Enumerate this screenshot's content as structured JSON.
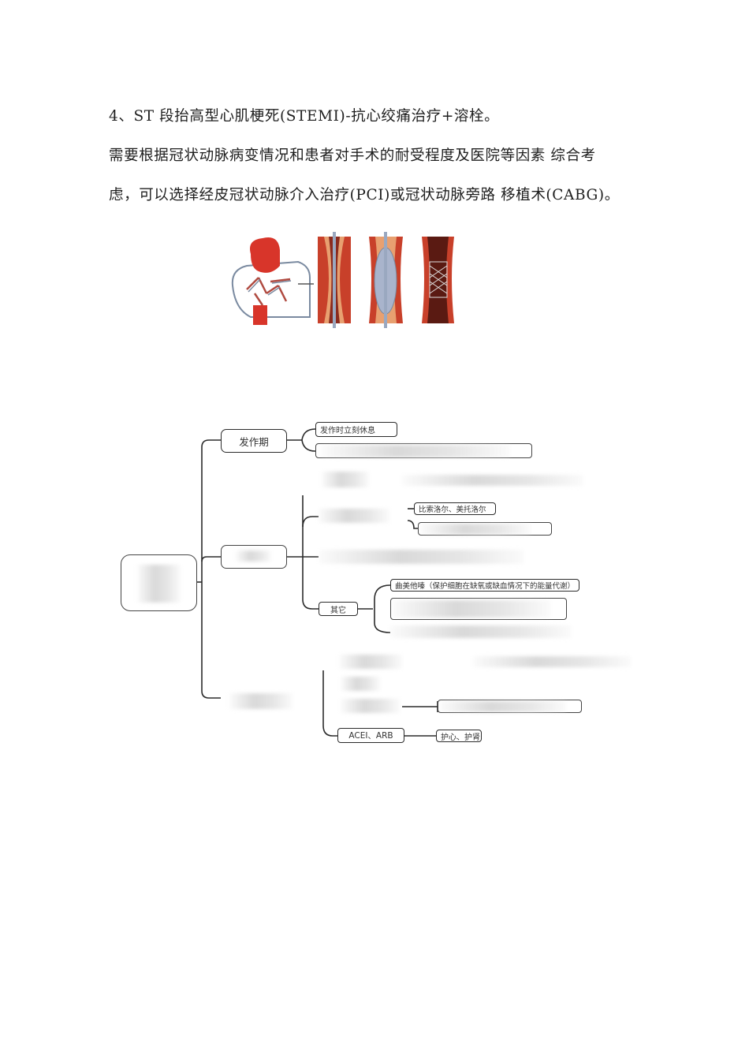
{
  "document": {
    "heading": "4、ST 段抬高型心肌梗死(STEMI)-抗心绞痛治疗+溶栓。",
    "body_line1": "需要根据冠状动脉病变情况和患者对手术的耐受程度及医院等因素 综合考",
    "body_line2": "虑，可以选择经皮冠状动脉介入治疗(PCI)或冠状动脉旁路 移植术(CABG)。"
  },
  "illustration": {
    "description": "PCI stent procedure: heart with coronary arteries, catheter in artery, balloon expansion, deployed stent",
    "colors": {
      "artery": "#c8402a",
      "artery_inner": "#e8a070",
      "balloon": "#a9b4cc",
      "catheter": "#7a8aa0"
    }
  },
  "mindmap": {
    "root": {
      "label": ""
    },
    "branches": [
      {
        "label": "发作期",
        "children": [
          {
            "label": "发作时立刻休息"
          },
          {
            "label": ""
          }
        ]
      },
      {
        "label": "",
        "children": [
          {
            "label": ""
          },
          {
            "label": "",
            "children": [
              {
                "label": "比索洛尔、美托洛尔"
              },
              {
                "label": ""
              }
            ]
          },
          {
            "label": ""
          },
          {
            "label": "其它",
            "children": [
              {
                "label": "曲美他嗪（保护细胞在缺氧或缺血情况下的能量代谢）"
              },
              {
                "label": ""
              },
              {
                "label": ""
              }
            ]
          }
        ]
      },
      {
        "label": "",
        "children": [
          {
            "label": ""
          },
          {
            "label": ""
          },
          {
            "label": "",
            "children": [
              {
                "label": ""
              }
            ]
          },
          {
            "label": "ACEI、ARB",
            "children": [
              {
                "label": "护心、护肾"
              }
            ]
          }
        ]
      }
    ]
  },
  "colors": {
    "line": "#2b2b2b",
    "text": "#1e1e1e",
    "background": "#ffffff"
  }
}
